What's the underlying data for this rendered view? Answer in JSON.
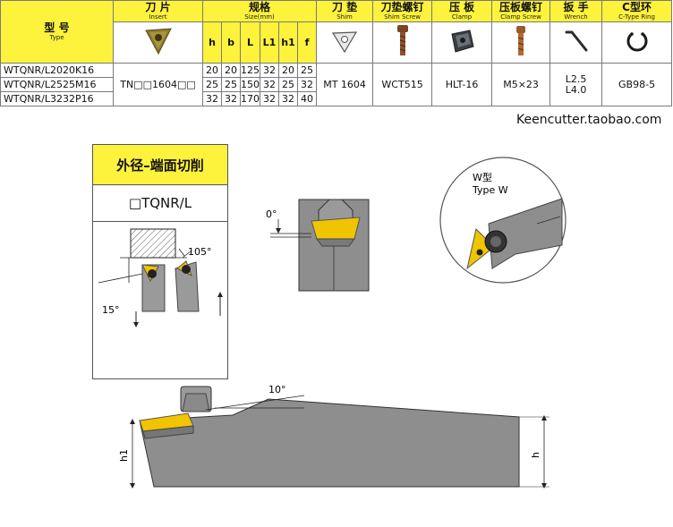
{
  "table": {
    "headers": {
      "type": {
        "zh": "型 号",
        "en": "Type"
      },
      "insert": {
        "zh": "刀 片",
        "en": "Insert"
      },
      "size": {
        "zh": "规格",
        "en": "Size(mm)"
      },
      "shim": {
        "zh": "刀 垫",
        "en": "Shim"
      },
      "shim_screw": {
        "zh": "刀垫螺钉",
        "en": "Shim Screw"
      },
      "clamp": {
        "zh": "压 板",
        "en": "Clamp"
      },
      "clamp_screw": {
        "zh": "压板螺钉",
        "en": "Clamp Screw"
      },
      "wrench": {
        "zh": "扳 手",
        "en": "Wrench"
      },
      "ring": {
        "zh": "C型环",
        "en": "C-Type Ring"
      }
    },
    "size_columns": [
      "h",
      "b",
      "L",
      "L1",
      "h1",
      "f"
    ],
    "rows": [
      {
        "model": "WTQNR/L2020K16",
        "sizes": [
          "20",
          "20",
          "125",
          "32",
          "20",
          "25"
        ]
      },
      {
        "model": "WTQNR/L2525M16",
        "sizes": [
          "25",
          "25",
          "150",
          "32",
          "25",
          "32"
        ]
      },
      {
        "model": "WTQNR/L3232P16",
        "sizes": [
          "32",
          "32",
          "170",
          "32",
          "32",
          "40"
        ]
      }
    ],
    "insert": "TN□□1604□□",
    "shim": "MT 1604",
    "shim_screw": "WCT515",
    "clamp": "HLT-16",
    "clamp_screw": "M5×23",
    "wrench": [
      "L2.5",
      "L4.0"
    ],
    "ring": "GB98-5"
  },
  "brand": "Keencutter.taobao.com",
  "panel": {
    "title": "外径–端面切削",
    "model": "□TQNR/L",
    "angle_105": "105°",
    "angle_15": "15°"
  },
  "front_view": {
    "angle": "0°"
  },
  "detail": {
    "label_zh": "W型",
    "label_en": "Type W"
  },
  "side_view": {
    "angle": "10°",
    "h1": "h1",
    "h": "h"
  },
  "colors": {
    "header": "#fdf23c",
    "insert": "#f0c400",
    "body": "#8e8e8e"
  }
}
